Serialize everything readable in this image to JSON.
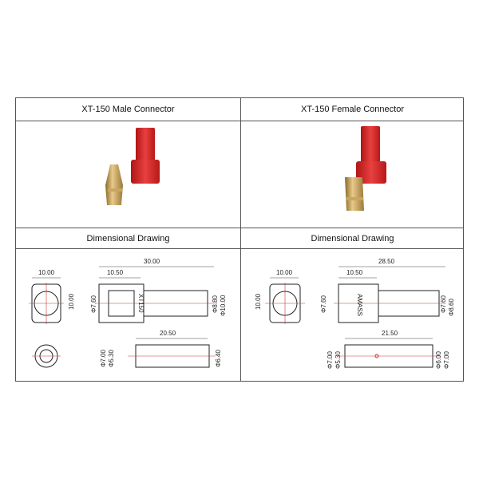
{
  "male": {
    "title": "XT-150 Male Connector",
    "drawing_title": "Dimensional Drawing",
    "dims": {
      "front_w": "10.00",
      "front_h": "10.00",
      "total_len": "30.00",
      "housing_len": "10.50",
      "d1": "Φ7.60",
      "d2": "Φ8.80",
      "d3": "Φ10.00",
      "pin_len": "20.50",
      "p1": "Φ7.00",
      "p2": "Φ5.30",
      "p3": "Φ6.40",
      "marking": "XT150"
    }
  },
  "female": {
    "title": "XT-150 Female Connector",
    "drawing_title": "Dimensional Drawing",
    "dims": {
      "front_w": "10.00",
      "front_h": "10.00",
      "total_len": "28.50",
      "housing_len": "10.50",
      "d1": "Φ7.60",
      "d2": "Φ7.60",
      "d3": "Φ8.60",
      "pin_len": "21.50",
      "p1": "Φ7.00",
      "p2": "Φ5.30",
      "p3": "Φ6.00",
      "p4": "Φ7.00",
      "marking": "AMASS"
    }
  }
}
